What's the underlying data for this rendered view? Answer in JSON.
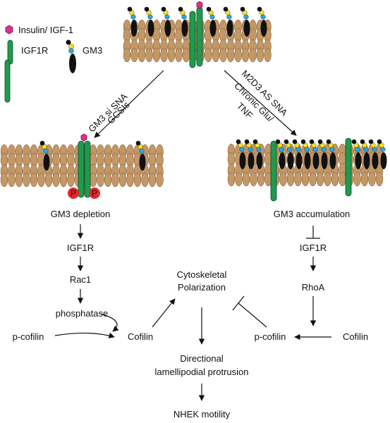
{
  "colors": {
    "lipid_head": "#c49766",
    "lipid_head_stroke": "#7a5a35",
    "receptor": "#1f9a4e",
    "receptor_stroke": "#0b4d24",
    "ligand": "#e0308a",
    "gm3_body": "#111111",
    "gm3_sugar_yellow": "#f4e21d",
    "gm3_sugar_blue": "#2aa7df",
    "gm3_sugar_black": "#111111",
    "phospho": "#e3262b",
    "line": "#111111"
  },
  "legend": {
    "ligand_label": "Insulin/ IGF-1",
    "receptor_label": "IGF1R",
    "gm3_label": "GM3"
  },
  "branches": {
    "left_arrow_labels": [
      "GM3 si SNA",
      "GCSIs"
    ],
    "right_arrow_labels": [
      "M2D3 AS SNA",
      "Chronic Glu/",
      "TNF"
    ]
  },
  "left_pathway": {
    "state": "GM3 depletion",
    "phospho_label": "P",
    "steps": [
      "IGF1R",
      "Rac1",
      "phosphatase"
    ],
    "p_cofilin": "p-cofilin",
    "cofilin": "Cofilin"
  },
  "right_pathway": {
    "state": "GM3 accumulation",
    "steps": [
      "IGF1R",
      "RhoA"
    ],
    "cofilin": "Cofilin",
    "p_cofilin": "p-cofilin"
  },
  "center_pathway": {
    "polarization": [
      "Cytoskeletal",
      "Polarization"
    ],
    "protrusion": [
      "Directional",
      "lamellipodial protrusion"
    ],
    "outcome": "NHEK motility"
  }
}
